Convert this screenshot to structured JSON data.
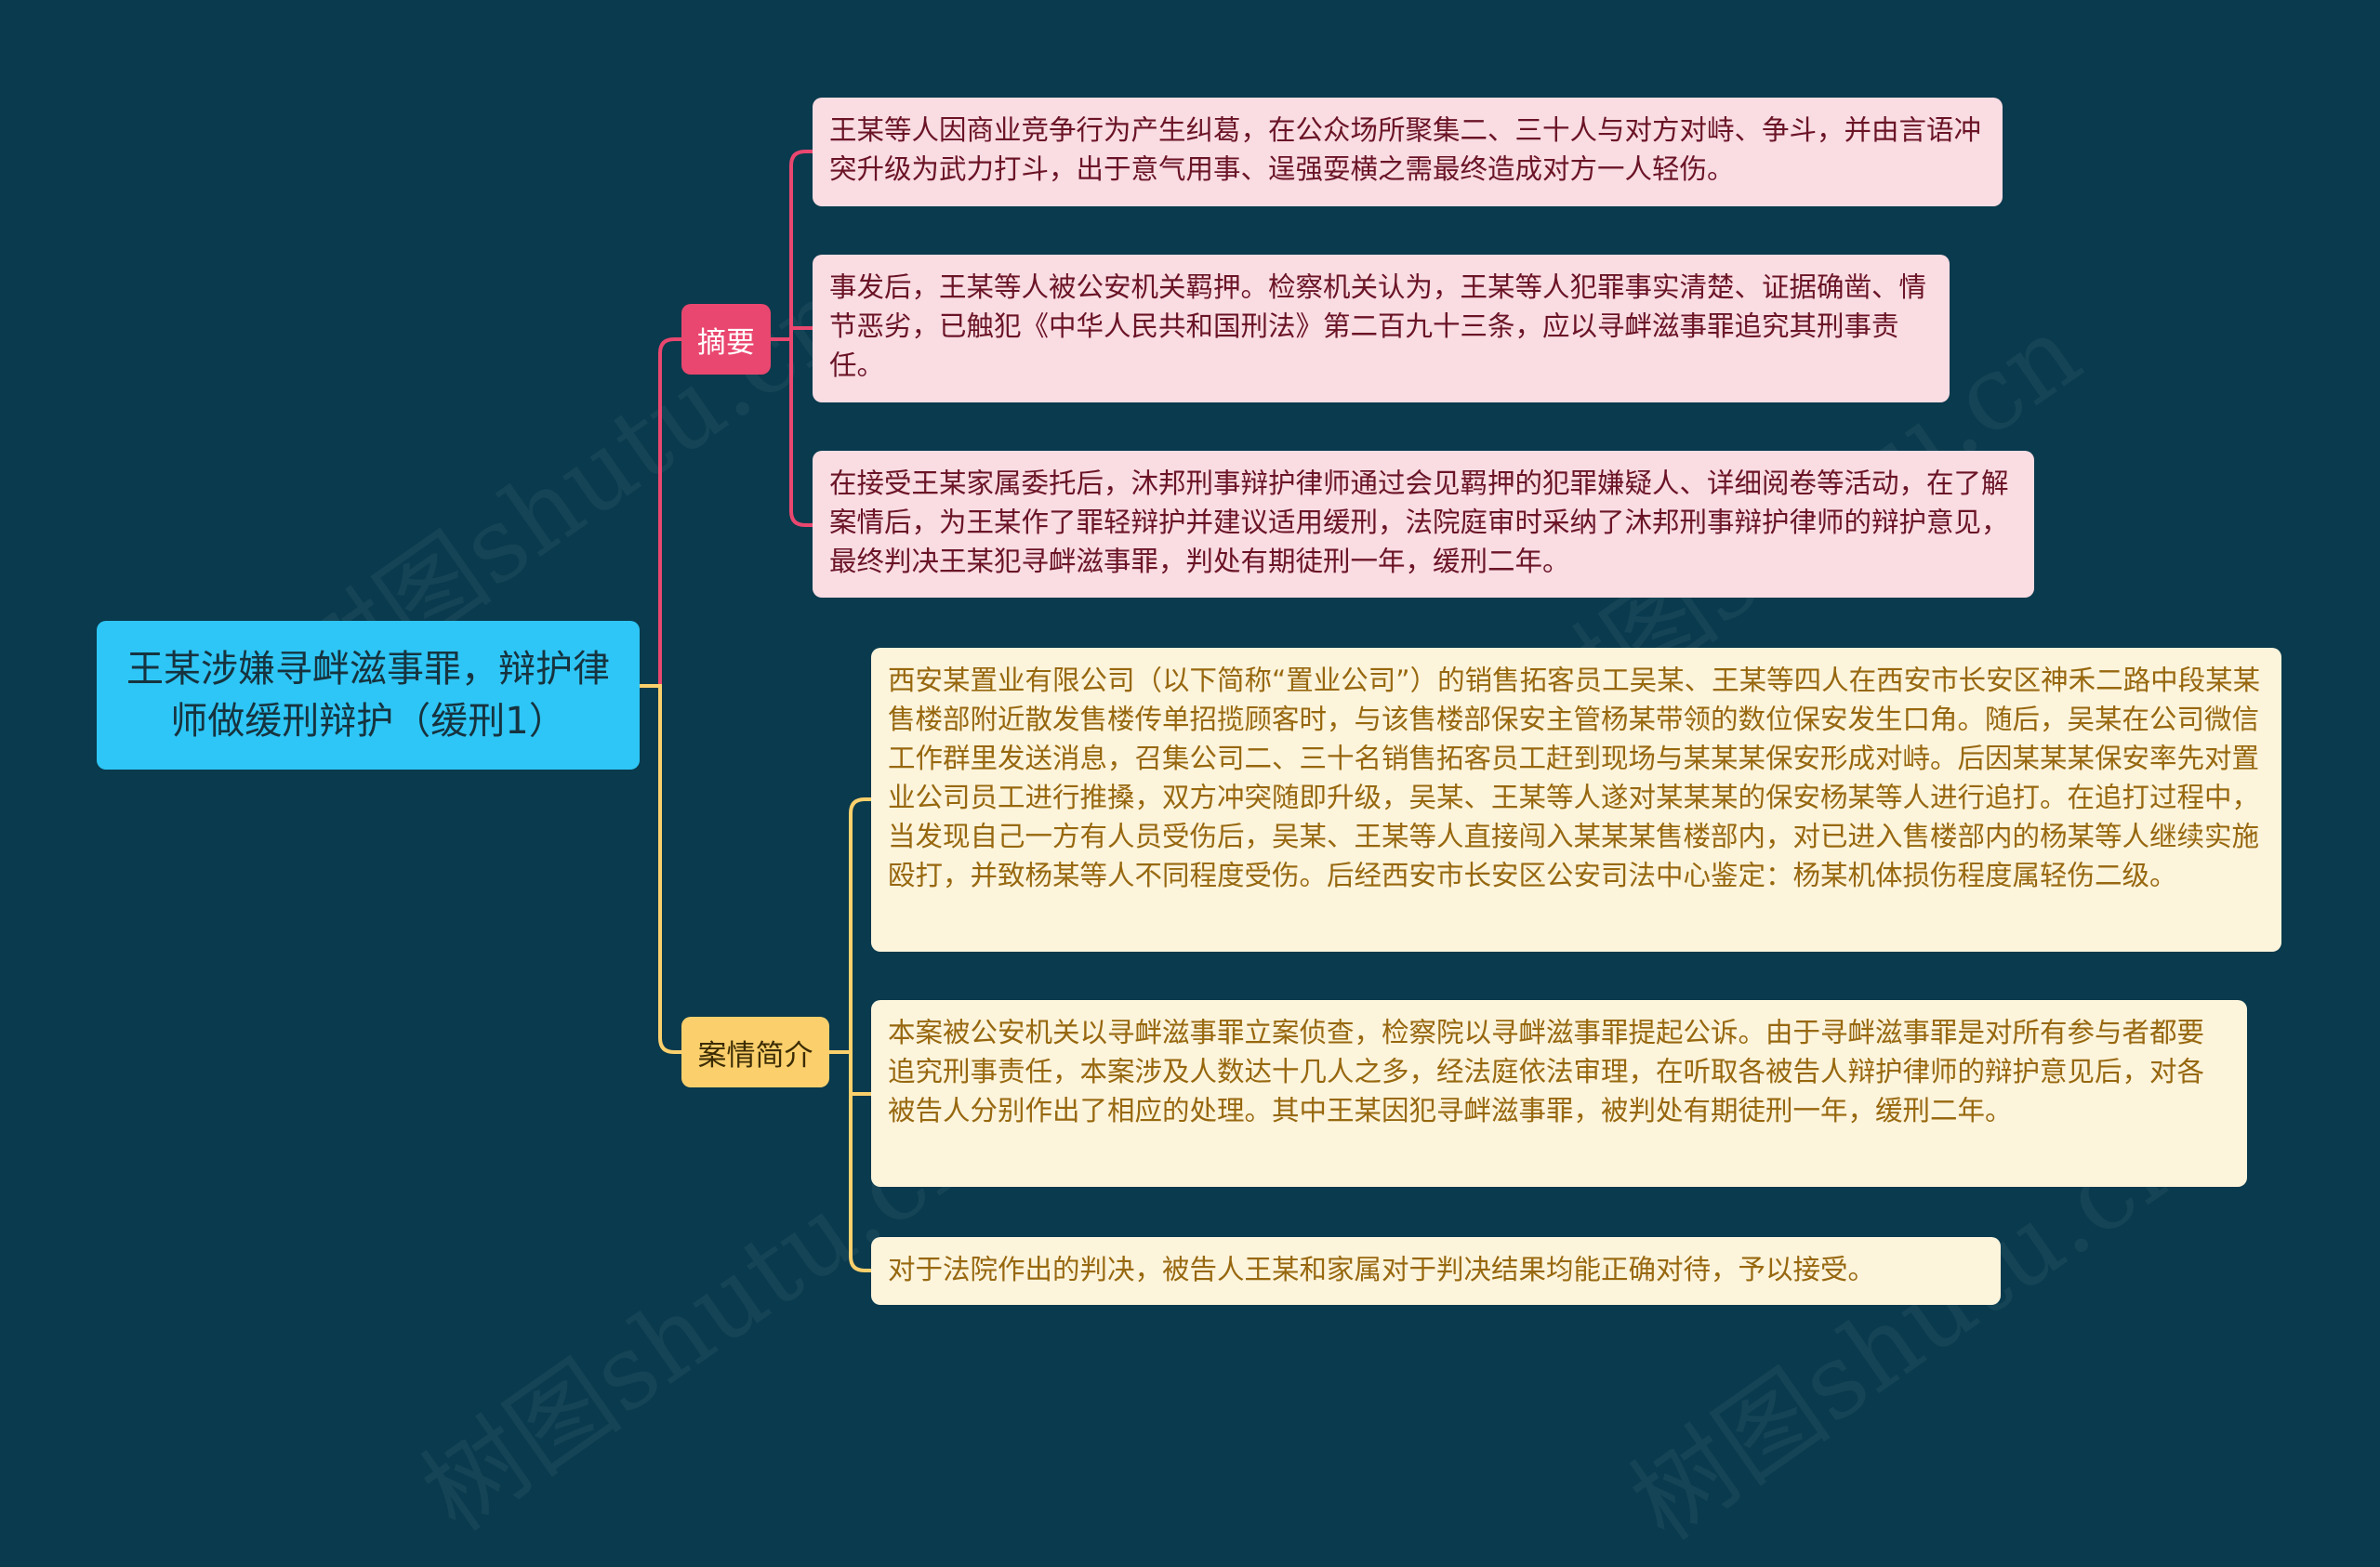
{
  "root": {
    "title": "王某涉嫌寻衅滋事罪，辩护律师做缓刑辩护（缓刑1）"
  },
  "branches": [
    {
      "label": "摘要",
      "color": "#e9476f",
      "items": [
        "王某等人因商业竞争行为产生纠葛，在公众场所聚集二、三十人与对方对峙、争斗，并由言语冲突升级为武力打斗，出于意气用事、逞强耍横之需最终造成对方一人轻伤。",
        "事发后，王某等人被公安机关羁押。检察机关认为，王某等人犯罪事实清楚、证据确凿、情节恶劣，已触犯《中华人民共和国刑法》第二百九十三条，应以寻衅滋事罪追究其刑事责任。",
        "在接受王某家属委托后，沐邦刑事辩护律师通过会见羁押的犯罪嫌疑人、详细阅卷等活动，在了解案情后，为王某作了罪轻辩护并建议适用缓刑，法院庭审时采纳了沐邦刑事辩护律师的辩护意见，最终判决王某犯寻衅滋事罪，判处有期徒刑一年，缓刑二年。"
      ]
    },
    {
      "label": "案情简介",
      "color": "#fbd06c",
      "items": [
        "西安某置业有限公司（以下简称“置业公司”）的销售拓客员工吴某、王某等四人在西安市长安区神禾二路中段某某售楼部附近散发售楼传单招揽顾客时，与该售楼部保安主管杨某带领的数位保安发生口角。随后，吴某在公司微信工作群里发送消息，召集公司二、三十名销售拓客员工赶到现场与某某某保安形成对峙。后因某某某保安率先对置业公司员工进行推搡，双方冲突随即升级，吴某、王某等人遂对某某某的保安杨某等人进行追打。在追打过程中，当发现自己一方有人员受伤后，吴某、王某等人直接闯入某某某售楼部内，对已进入售楼部内的杨某等人继续实施殴打，并致杨某等人不同程度受伤。后经西安市长安区公安司法中心鉴定：杨某机体损伤程度属轻伤二级。",
        "本案被公安机关以寻衅滋事罪立案侦查，检察院以寻衅滋事罪提起公诉。由于寻衅滋事罪是对所有参与者都要追究刑事责任，本案涉及人数达十几人之多，经法庭依法审理，在听取各被告人辩护律师的辩护意见后，对各被告人分别作出了相应的处理。其中王某因犯寻衅滋事罪，被判处有期徒刑一年，缓刑二年。",
        "对于法院作出的判决，被告人王某和家属对于判决结果均能正确对待，予以接受。"
      ]
    }
  ],
  "watermark": "树图shutu.cn"
}
